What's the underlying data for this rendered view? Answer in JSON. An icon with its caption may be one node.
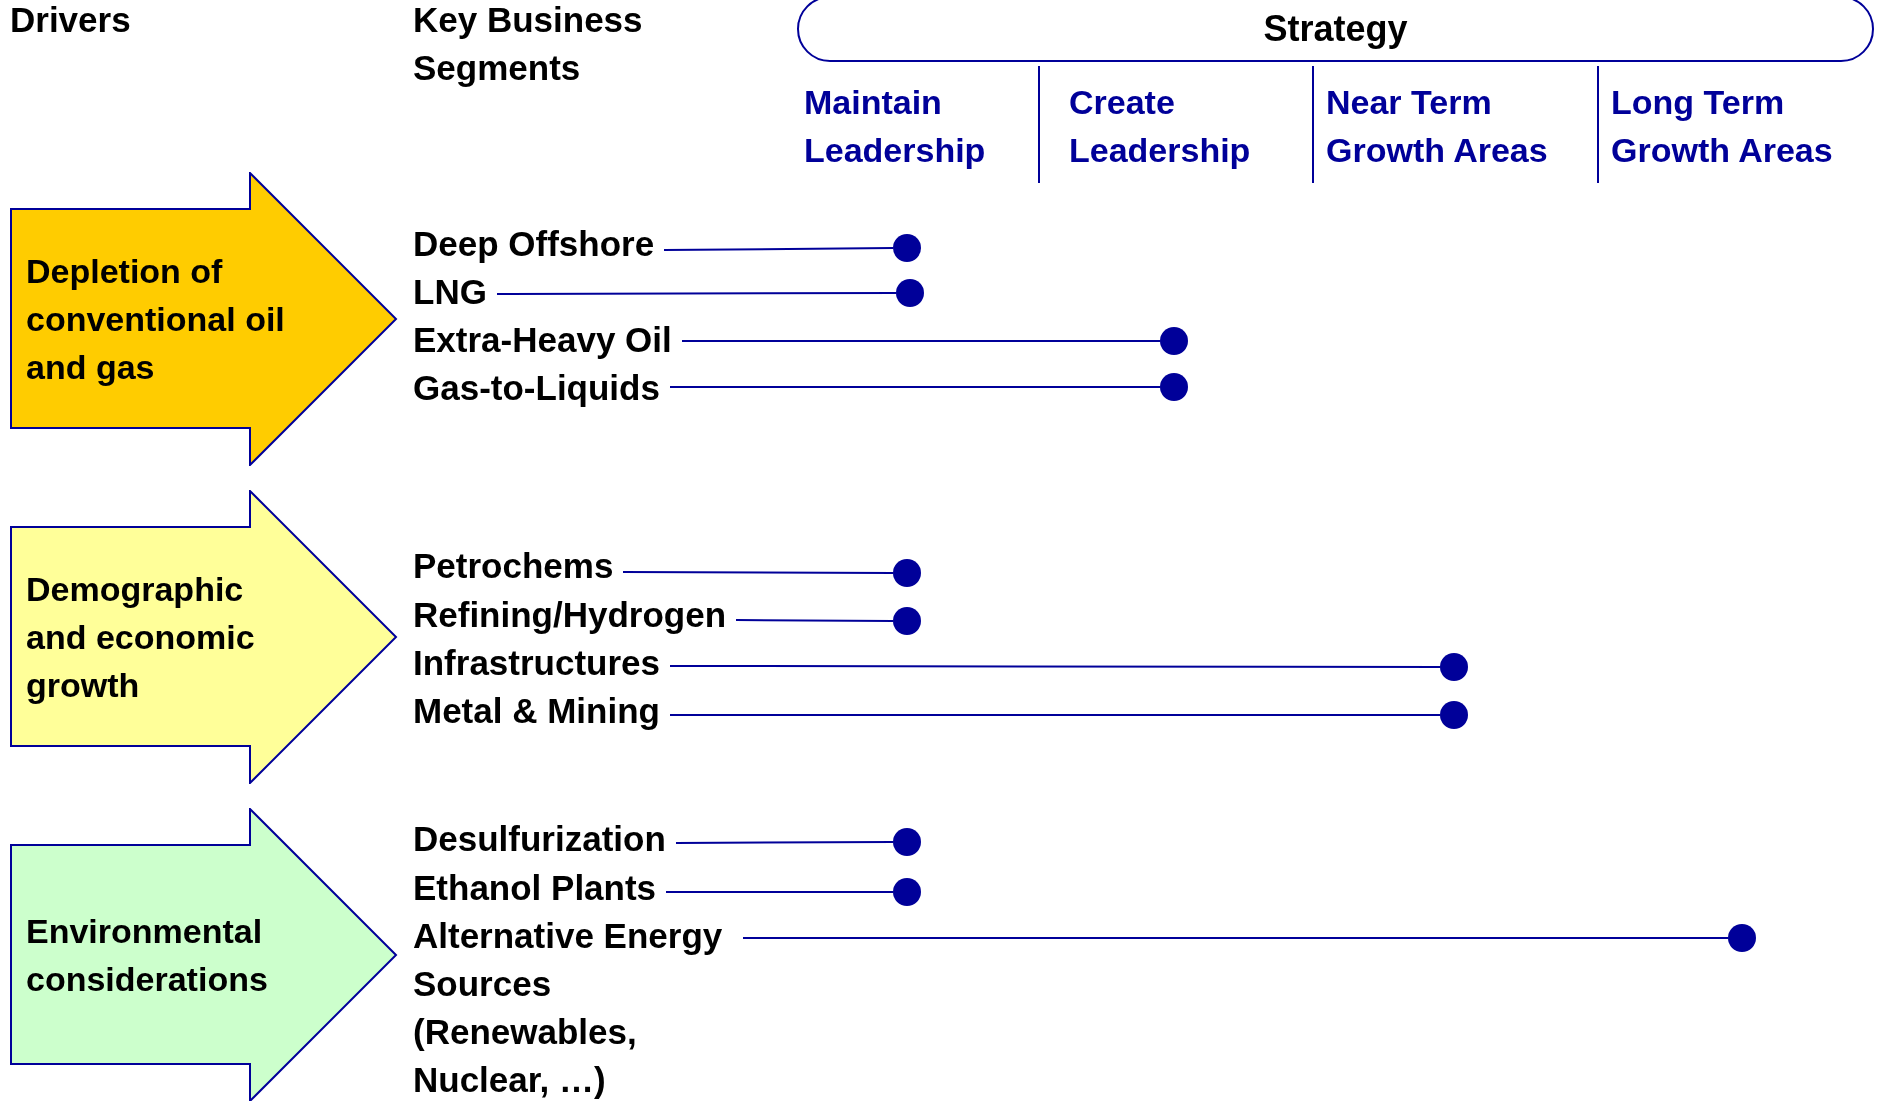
{
  "diagram": {
    "nodes": [
      {
        "text": [
          "Strategy"
        ]
      },
      {
        "text": [
          "Depletion of conventional oil and gas"
        ]
      },
      {
        "text": [
          "Demographic and economic growth"
        ]
      },
      {
        "text": [
          "Environmental considerations"
        ]
      },
      {
        "text": [
          "Deep Offshore"
        ]
      },
      {
        "text": [
          "LNG"
        ]
      },
      {
        "text": [
          "Extra-Heavy Oil"
        ]
      },
      {
        "text": [
          "Gas-to-Liquids"
        ]
      },
      {
        "text": [
          "Petrochems"
        ]
      },
      {
        "text": [
          "Refining/Hydrogen"
        ]
      },
      {
        "text": [
          "Infrastructures"
        ]
      },
      {
        "text": [
          "Metal & Mining"
        ]
      },
      {
        "text": [
          "Desulfurization"
        ]
      },
      {
        "text": [
          "Ethanol Plants"
        ]
      },
      {
        "text": [
          "Alternative Energy Sources (Renewables, Nuclear, …)"
        ]
      },
      {
        "text": [],
        "shape": "circle"
      },
      {
        "text": [],
        "shape": "circle"
      },
      {
        "text": [],
        "shape": "circle"
      },
      {
        "text": [],
        "shape": "circle"
      },
      {
        "text": [],
        "shape": "circle"
      },
      {
        "text": [],
        "shape": "circle"
      },
      {
        "text": [],
        "shape": "circle"
      },
      {
        "text": [],
        "shape": "circle"
      },
      {
        "text": [],
        "shape": "circle"
      },
      {
        "text": [],
        "shape": "circle"
      },
      {
        "text": [],
        "shape": "circle"
      }
    ],
    "edges": [
      {
        "from": 4,
        "to": 15,
        "arrow": "none"
      },
      {
        "from": 5,
        "to": 16,
        "arrow": "none"
      },
      {
        "from": 6,
        "to": 17,
        "arrow": "none"
      },
      {
        "from": 7,
        "to": 18,
        "arrow": "none"
      },
      {
        "from": 8,
        "to": 19,
        "arrow": "none"
      },
      {
        "from": 9,
        "to": 20,
        "arrow": "none"
      },
      {
        "from": 10,
        "to": 21,
        "arrow": "none"
      },
      {
        "from": 11,
        "to": 22,
        "arrow": "none"
      },
      {
        "from": 12,
        "to": 23,
        "arrow": "none"
      },
      {
        "from": 13,
        "to": 24,
        "arrow": "none"
      },
      {
        "from": 14,
        "to": 25,
        "arrow": "none"
      }
    ],
    "labels": [
      "Drivers",
      "Key Business Segments",
      "Maintain Leadership",
      "Create Leadership",
      "Near Term Growth Areas",
      "Long Term Growth Areas"
    ]
  }
}
